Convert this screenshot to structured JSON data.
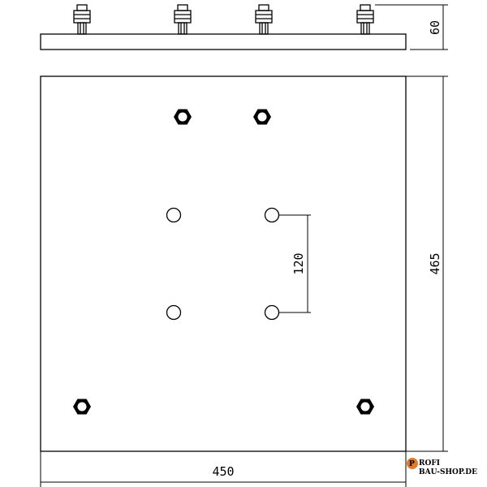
{
  "dimensions": {
    "height_side": "60",
    "height_plate": "465",
    "width_plate": "450",
    "hole_spacing": "120"
  },
  "logo": {
    "line1": "ROFI",
    "line2": "BAU-SHOP.DE",
    "accent_color": "#e07a2a"
  },
  "colors": {
    "line": "#000000",
    "background": "#ffffff"
  }
}
